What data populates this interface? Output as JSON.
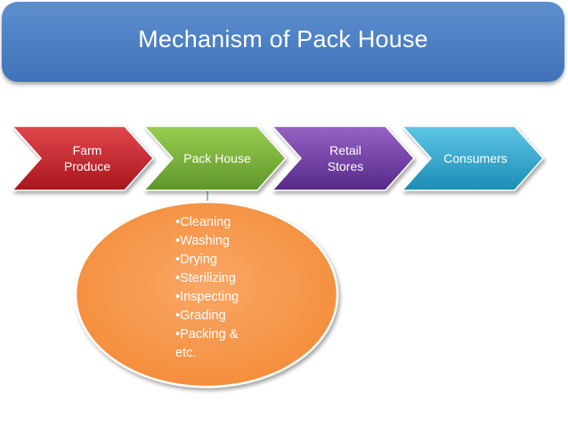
{
  "title": "Mechanism of Pack House",
  "steps": [
    {
      "label": "Farm\nProduce",
      "color": "#c8252c"
    },
    {
      "label": "Pack House",
      "color": "#7ab43c"
    },
    {
      "label": "Retail\nStores",
      "color": "#6f3fa5"
    },
    {
      "label": "Consumers",
      "color": "#2aa6cf"
    }
  ],
  "pack_house_activities": [
    "•Cleaning",
    "•Washing",
    "•Drying",
    "•Sterilizing",
    "•Inspecting",
    "•Grading",
    "•Packing &\netc."
  ],
  "activities_bubble_color": "#f79646"
}
